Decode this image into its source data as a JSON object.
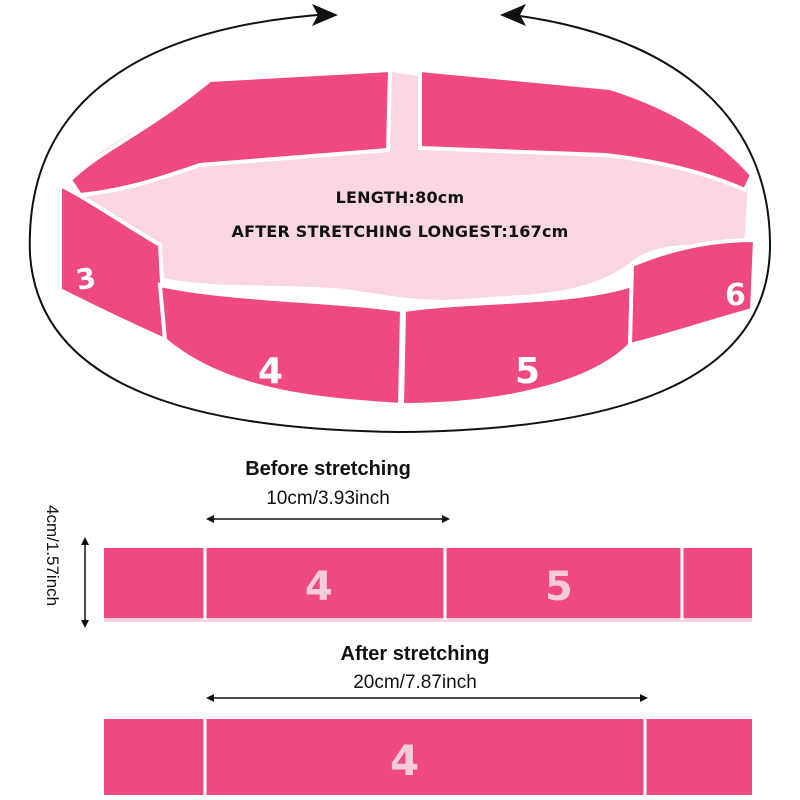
{
  "loop": {
    "length_text": "LENGTH:80cm",
    "stretch_text": "AFTER STRETCHING LONGEST:167cm",
    "visible_numbers": [
      "3",
      "4",
      "5",
      "6"
    ]
  },
  "before": {
    "title": "Before stretching",
    "measure": "10cm/3.93inch",
    "numbers": [
      "4",
      "5"
    ]
  },
  "after": {
    "title": "After stretching",
    "measure": "20cm/7.87inch",
    "numbers": [
      "4"
    ]
  },
  "width_label": "4cm/1.57inch",
  "colors": {
    "band_pink": "#f0497f",
    "band_edge": "#ffffff",
    "band_light": "#f7c9d7",
    "text_dark": "#111111"
  }
}
